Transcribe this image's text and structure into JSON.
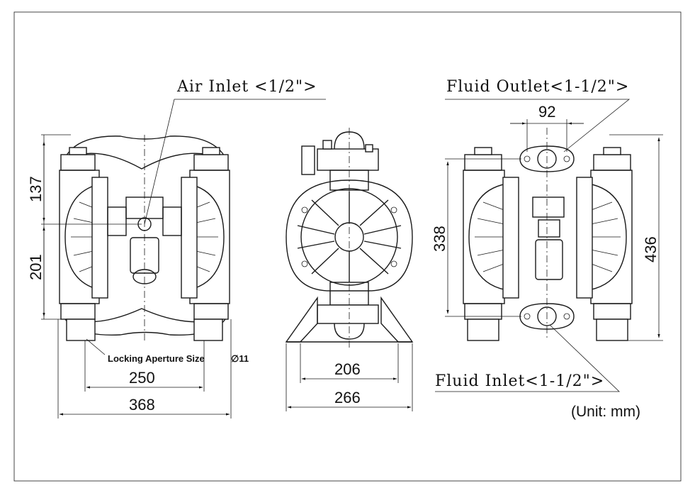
{
  "labels": {
    "air_inlet": "Air Inlet <1/2\">",
    "fluid_outlet": "Fluid Outlet<1-1/2\">",
    "fluid_inlet": "Fluid Inlet<1-1/2\">",
    "locking_aperture": "Locking Aperture Size",
    "locking_aperture_dia": "∅11",
    "unit": "(Unit: mm)"
  },
  "dimensions": {
    "front_upper_height": "137",
    "front_lower_height": "201",
    "front_bolt_span": "250",
    "front_width": "368",
    "side_base_inner": "206",
    "side_base_width": "266",
    "back_port_spacing": "92",
    "back_port_height": "338",
    "back_total_height": "436"
  }
}
